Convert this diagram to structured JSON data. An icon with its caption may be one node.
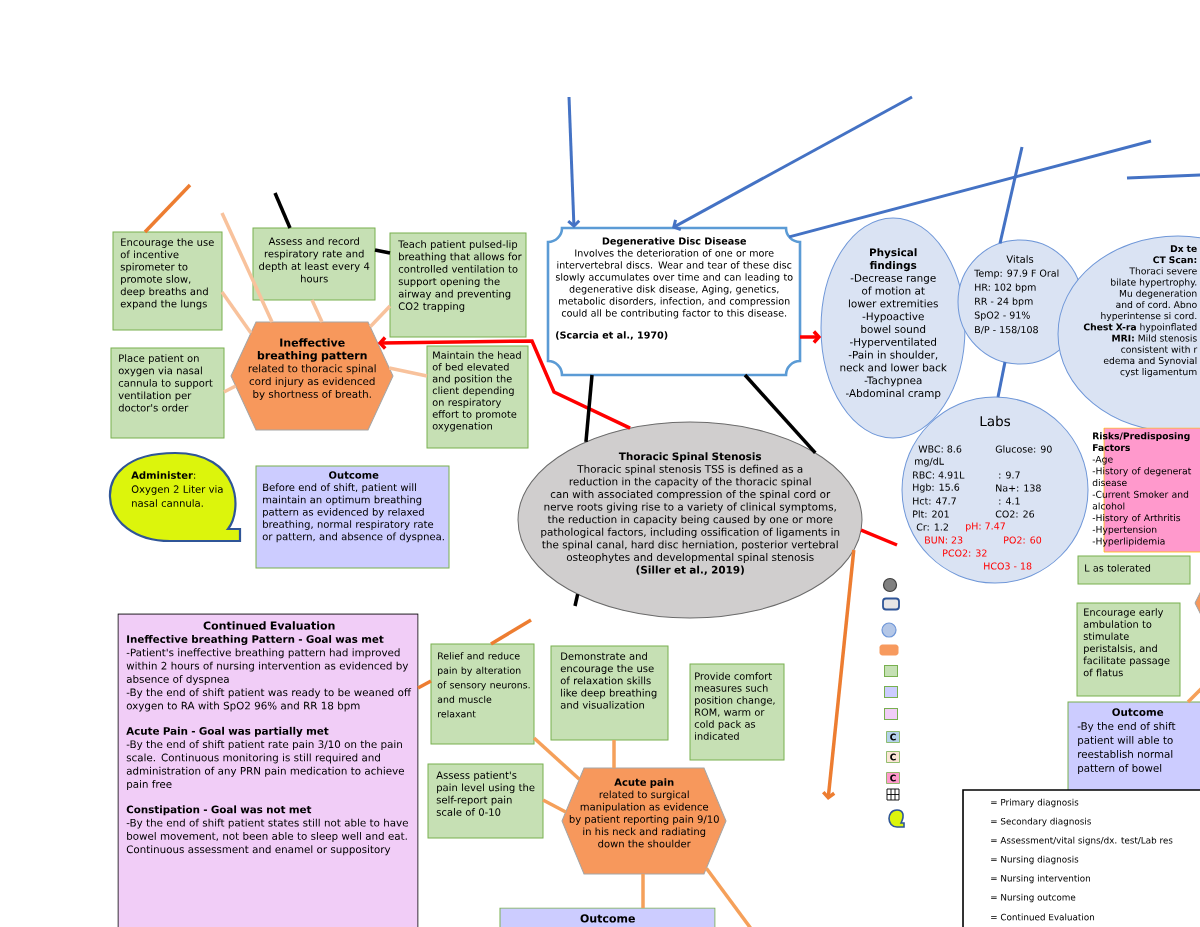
{
  "diagram": {
    "nodes": [
      {
        "text": [
          "Encourage the use of incentive spirometer to promote slow, deep breaths and expand the lungs"
        ]
      },
      {
        "text": [
          "Assess and record respiratory rate and depth at least every 4 hours"
        ]
      },
      {
        "text": [
          "Teach patient pulsed-lip breathing that allows for controlled ventilation to support opening the airway and preventing CO2 trapping"
        ]
      },
      {
        "text": [
          "Degenerative Disc Disease",
          "Involves the deterioration of one or more intervertebral discs. Wear and tear of these disc slowly accumulates over time and can leading to degenerative disk disease, Aging, genetics, metabolic disorders, infection, and compression could all be contributing factor to this disease.",
          "(Scarcia et al., 1970)"
        ]
      },
      {
        "text": [
          "Physical findings",
          "-Decrease range of motion at lower extremities",
          "-Hypoactive bowel sound",
          "-Hyperventilated",
          "-Pain in shoulder, neck and lower back",
          "-Tachypnea",
          "-Abdominal cramp"
        ]
      },
      {
        "text": [
          "Vitals",
          "Temp: 97.9 F Oral",
          "HR: 102 bpm",
          "RR - 24 bpm",
          "SpO2 - 91%",
          "B/P - 158/108"
        ]
      },
      {
        "text": [
          "Dx te",
          "**CT Scan:** Thoraci severe bilate hypertrophy. Mu degeneration and of cord. Abno hyperintense si cord.",
          "**Chest X-ra** hypoinflated",
          "**MRI:** Mild stenosis consistent with r edema and Synovial cyst ligamentum"
        ]
      },
      {
        "text": [
          "Place patient on oxygen via nasal cannula to support ventilation per doctor's order"
        ]
      },
      {
        "text": [
          "Ineffective breathing pattern",
          "related to thoracic spinal cord injury as evidenced by shortness of breath."
        ]
      },
      {
        "text": [
          "Maintain the head of bed elevated and position the client depending on respiratory effort to promote oxygenation"
        ]
      },
      {
        "text": [
          "Labs",
          "WBC: 8.6",
          "Glucose: 90",
          "mg/dL",
          "RBC: 4.91L",
          ": 9.7",
          "Hgb: 15.6",
          "Na+: 138",
          "Hct: 47.7",
          ": 4.1",
          "Plt: 201",
          "CO2: 26",
          "Cr: 1.2",
          "pH: 7.47",
          "BUN: 23",
          "PO2: 60",
          "PCO2: 32",
          "HCO3 - 18"
        ]
      },
      {
        "text": [
          "Thoracic Spinal Stenosis",
          "Thoracic spinal stenosis TSS is defined as a reduction in the capacity of the thoracic spinal can with associated compression of the spinal cord or nerve roots giving rise to a variety of clinical symptoms, the reduction in capacity being caused by one or more pathological factors, including ossification of ligaments in the spinal canal, hard disc herniation, posterior vertebral osteophytes and developmental spinal stenosis",
          "(Siller et al., 2019)"
        ]
      },
      {
        "text": [
          "Risks/Predisposing Factors",
          "-Age",
          "-History of degenerat disease",
          "-Current Smoker and alcohol",
          "-History of Arthritis",
          "-Hypertension",
          "-Hyperlipidemia"
        ]
      },
      {
        "text": [
          "L as tolerated"
        ]
      },
      {
        "text": [
          "**Administer**: Oxygen 2 Liter via nasal cannula."
        ]
      },
      {
        "text": [
          "Outcome",
          "Before end of shift, patient will maintain an optimum breathing pattern as evidenced by relaxed breathing, normal respiratory rate or pattern, and absence of dyspnea."
        ]
      },
      {
        "text": [
          "Continued Evaluation",
          "Ineffective breathing Pattern - Goal was met",
          "-Patient's ineffective breathing pattern had improved within 2 hours of nursing intervention as evidenced by absence of dyspnea",
          "-By the end of shift patient was ready to be weaned off oxygen to RA with SpO2 96% and RR 18 bpm",
          "Acute Pain - Goal was partially met",
          "-By the end of shift patient rate pain 3/10 on the pain scale. Continuous monitoring is still required and administration of any PRN pain medication to achieve pain free",
          "Constipation - Goal was not met",
          "-By the end of shift patient states still not able to have bowel movement, not been able to sleep well and eat. Continuous assessment and enamel or suppository"
        ]
      },
      {
        "text": [
          "Relief and reduce pain by alteration of sensory neurons. and muscle relaxant"
        ]
      },
      {
        "text": [
          "Demonstrate and encourage the use of relaxation skills like deep breathing and visualization"
        ]
      },
      {
        "text": [
          "Encourage early ambulation to stimulate peristalsis, and facilitate passage of flatus"
        ]
      },
      {
        "text": [
          "Provide comfort measures such position change, ROM, warm or cold pack as indicated"
        ]
      },
      {
        "text": [
          "Outcome",
          "-By the end of shift patient will able to reestablish normal pattern of bowel"
        ]
      },
      {
        "text": [
          "Assess patient's pain level using the self-report pain scale of 0-10"
        ]
      },
      {
        "text": [
          "Acute pain",
          "related to surgical manipulation as evidence by patient reporting pain 9/10 in his neck and radiating down the shoulder"
        ]
      },
      {
        "text": [
          "Outcome"
        ]
      },
      {
        "text": [],
        "shape": "hexagon"
      }
    ],
    "edges": [
      {
        "from": null,
        "to": 1,
        "arrow": "none",
        "color": "#000000"
      },
      {
        "from": 1,
        "to": 2,
        "arrow": "none",
        "color": "#000000"
      },
      {
        "from": 0,
        "to": null,
        "arrow": "none",
        "color": "#ed7d31"
      },
      {
        "from": 0,
        "to": 8,
        "arrow": "none"
      },
      {
        "from": null,
        "to": 8,
        "arrow": "none"
      },
      {
        "from": 1,
        "to": 8,
        "arrow": "none"
      },
      {
        "from": 2,
        "to": 8,
        "arrow": "none"
      },
      {
        "from": 7,
        "to": 8,
        "arrow": "none"
      },
      {
        "from": 9,
        "to": 8,
        "arrow": "none"
      },
      {
        "from": 11,
        "to": 8,
        "arrow": "to",
        "color": "#ff0000"
      },
      {
        "from": 3,
        "to": 4,
        "arrow": "to",
        "color": "#ff0000"
      },
      {
        "from": 3,
        "to": 11,
        "arrow": "none",
        "color": "#000000"
      },
      {
        "from": 3,
        "to": 11,
        "arrow": "none",
        "color": "#000000"
      },
      {
        "from": 11,
        "to": null,
        "arrow": "none",
        "color": "#000000"
      },
      {
        "from": 11,
        "to": null,
        "arrow": "none",
        "color": "#ff0000"
      },
      {
        "from": 11,
        "to": null,
        "arrow": "to",
        "color": "#ed7d31"
      },
      {
        "from": null,
        "to": 3,
        "arrow": "to",
        "color": "#4472c4"
      },
      {
        "from": null,
        "to": 3,
        "arrow": "to",
        "color": "#4472c4"
      },
      {
        "from": 3,
        "to": null,
        "arrow": "none",
        "color": "#4472c4"
      },
      {
        "from": 5,
        "to": null,
        "arrow": "none",
        "color": "#4472c4"
      },
      {
        "from": 5,
        "to": 10,
        "arrow": "none",
        "color": "#4472c4"
      },
      {
        "from": 17,
        "to": null,
        "arrow": "none",
        "color": "#ed7d31"
      },
      {
        "from": 16,
        "to": 17,
        "arrow": "none",
        "color": "#ed7d31"
      },
      {
        "from": 17,
        "to": 23,
        "arrow": "none",
        "color": "#f5a05a"
      },
      {
        "from": 18,
        "to": 23,
        "arrow": "none",
        "color": "#f5a05a"
      },
      {
        "from": 22,
        "to": 23,
        "arrow": "none",
        "color": "#f5a05a"
      },
      {
        "from": 23,
        "to": 24,
        "arrow": "none",
        "color": "#f5a05a"
      },
      {
        "from": 23,
        "to": null,
        "arrow": "none",
        "color": "#f5a05a"
      },
      {
        "from": 21,
        "to": null,
        "arrow": "none",
        "color": "#f5a05a"
      }
    ],
    "labels": [
      "C",
      "C",
      "C"
    ],
    "legend": [
      {
        "text": "= Primary diagnosis",
        "color": "#808080"
      },
      {
        "text": "= Secondary diagnosis",
        "color": "#e7e6e6"
      },
      {
        "text": "= Assessment/vital signs/dx. test/Lab res",
        "color": "#b4c7e7"
      },
      {
        "text": "= Nursing diagnosis",
        "color": "#f79a5e"
      },
      {
        "text": "= Nursing intervention",
        "color": "#c5e0b4"
      },
      {
        "text": "= Nursing outcome",
        "color": "#ccccff"
      },
      {
        "text": "= Continued Evaluation",
        "color": "#f1cdf7"
      }
    ]
  }
}
